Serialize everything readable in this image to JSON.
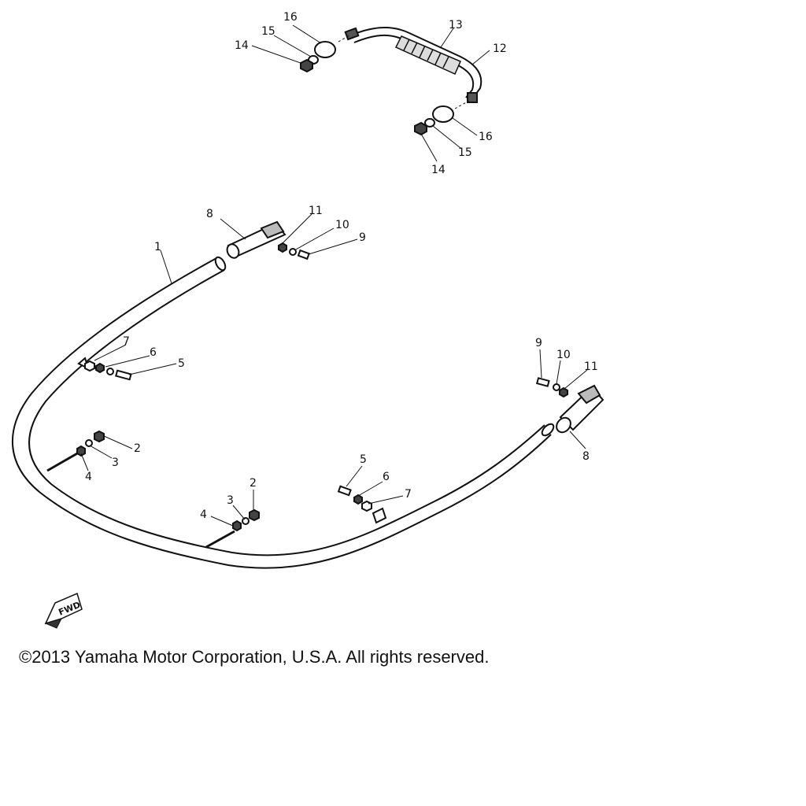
{
  "callouts": {
    "c1": "1",
    "c2a": "2",
    "c2b": "2",
    "c3a": "3",
    "c3b": "3",
    "c4a": "4",
    "c4b": "4",
    "c5a": "5",
    "c5b": "5",
    "c6a": "6",
    "c6b": "6",
    "c7a": "7",
    "c7b": "7",
    "c8a": "8",
    "c8b": "8",
    "c9a": "9",
    "c9b": "9",
    "c10a": "10",
    "c10b": "10",
    "c11a": "11",
    "c11b": "11",
    "c12": "12",
    "c13": "13",
    "c14a": "14",
    "c14b": "14",
    "c15a": "15",
    "c15b": "15",
    "c16a": "16",
    "c16b": "16"
  },
  "fwd_label": "FWD",
  "copyright": "©2013 Yamaha Motor Corporation, U.S.A. All rights reserved."
}
